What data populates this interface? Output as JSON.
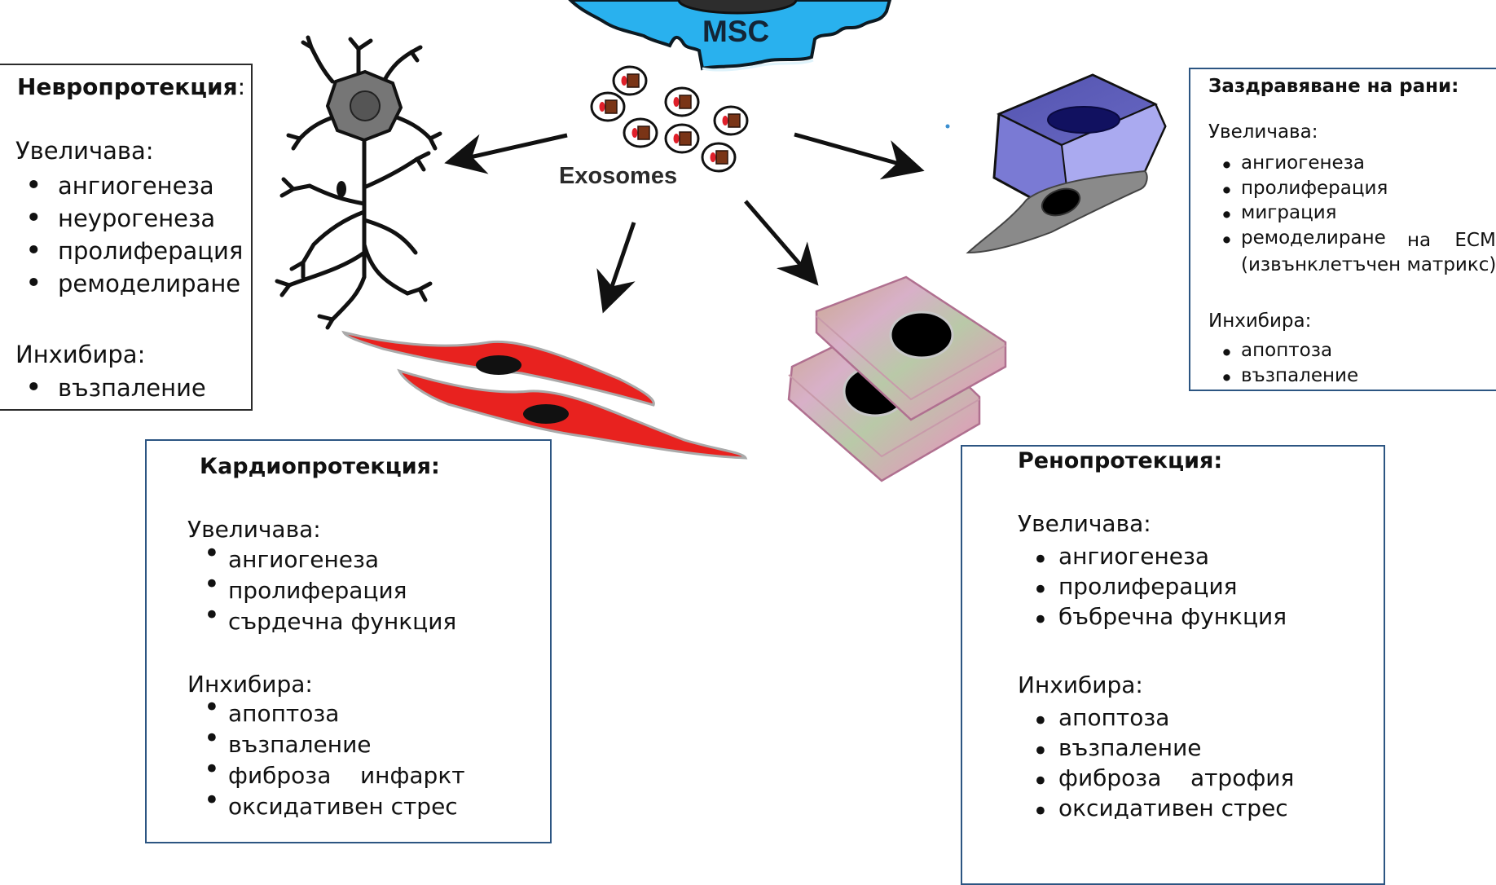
{
  "diagram": {
    "source_cell_label": "MSC",
    "vesicles_label": "Exosomes",
    "targets": [
      "neuron",
      "cardiomyocytes",
      "kidney-cells",
      "skin-cells"
    ]
  },
  "neuroprotection": {
    "title": "Невропротекция",
    "title_colon": ":",
    "increases_label": "Увеличава:",
    "increases": [
      "ангиогенеза",
      "неурогенеза",
      "пролиферация",
      "ремоделиране"
    ],
    "inhibits_label": "Инхибира:",
    "inhibits": [
      "възпаление"
    ]
  },
  "wound_healing": {
    "title": "Заздравяване на рани:",
    "increases_label": "Увеличава:",
    "increases": [
      "ангиогенеза",
      "пролиферация",
      "миграция",
      "ремоделиране"
    ],
    "ecm_tail": "на    ЕСМ",
    "ecm_line2": "(извънклетъчен матрикс)",
    "inhibits_label": "Инхибира:",
    "inhibits": [
      "апоптоза",
      "възпаление"
    ]
  },
  "cardioprotection": {
    "title": "Кардиопротекция:",
    "increases_label": "Увеличава:",
    "increases": [
      "ангиогенеза",
      "пролиферация",
      "сърдечна функция"
    ],
    "inhibits_label": "Инхибира:",
    "inhibits": [
      "апоптоза",
      "възпаление",
      "фиброза    инфаркт",
      "оксидативен стрес"
    ]
  },
  "renoprotection": {
    "title": "Ренопротекция:",
    "increases_label": "Увеличава:",
    "increases": [
      "ангиогенеза",
      "пролиферация",
      "бъбречна функция"
    ],
    "inhibits_label": "Инхибира:",
    "inhibits": [
      "апоптоза",
      "възпаление",
      "фиброза    атрофия",
      "оксидативен стрес"
    ]
  },
  "colors": {
    "msc_blue": "#29b1ee",
    "cardio_red": "#e8221f",
    "fibroblast_gray": "#8a8a8a",
    "keratinocyte_blue": "#5e5eb8",
    "box_blue_border": "#2c5582",
    "vesicle_brown": "#7a3416",
    "vesicle_red": "#e0202a"
  }
}
